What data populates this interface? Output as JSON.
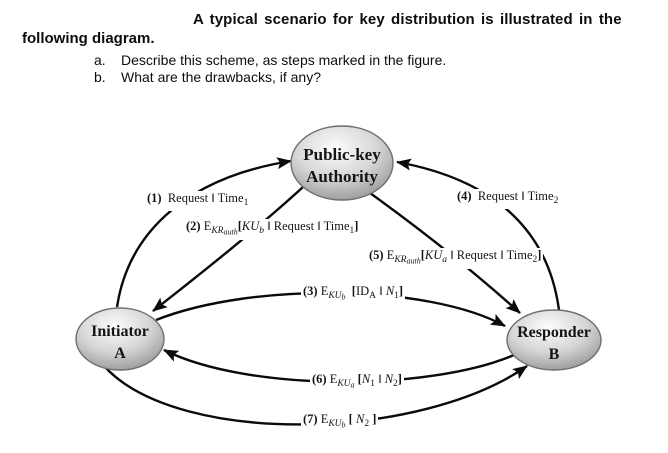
{
  "header": {
    "line1": "A typical scenario for key distribution is illustrated in the",
    "line2": "following diagram.",
    "items": [
      {
        "marker": "a.",
        "text": "Describe this scheme, as steps marked in the figure."
      },
      {
        "marker": "b.",
        "text": "What are the drawbacks, if any?"
      }
    ]
  },
  "diagram": {
    "nodes": [
      {
        "id": "public-key-authority",
        "line1": "Public-key",
        "line2": "Authority"
      },
      {
        "id": "initiator",
        "line1": "Initiator",
        "line2": "A"
      },
      {
        "id": "responder",
        "line1": "Responder",
        "line2": "B"
      }
    ],
    "messages": [
      {
        "step": 1,
        "segments": [
          {
            "t": "(1)",
            "s": "b"
          },
          {
            "t": "  Request ‖ Time",
            "s": "n"
          },
          {
            "t": "1",
            "s": "sub"
          }
        ]
      },
      {
        "step": 2,
        "segments": [
          {
            "t": "(2)",
            "s": "b"
          },
          {
            "t": " E",
            "s": "n"
          },
          {
            "t": "KR",
            "s": "subi"
          },
          {
            "t": "auth",
            "s": "ssubi"
          },
          {
            "t": "[",
            "s": "b"
          },
          {
            "t": "KU",
            "s": "i"
          },
          {
            "t": "b",
            "s": "subi"
          },
          {
            "t": " ‖ Request ‖ Time",
            "s": "n"
          },
          {
            "t": "1",
            "s": "sub"
          },
          {
            "t": "]",
            "s": "b"
          }
        ]
      },
      {
        "step": 3,
        "segments": [
          {
            "t": "(3)",
            "s": "b"
          },
          {
            "t": " E",
            "s": "n"
          },
          {
            "t": "KU",
            "s": "subi"
          },
          {
            "t": "b",
            "s": "ssubi"
          },
          {
            "t": "  ",
            "s": "n"
          },
          {
            "t": "[",
            "s": "b"
          },
          {
            "t": "ID",
            "s": "n"
          },
          {
            "t": "A",
            "s": "sub"
          },
          {
            "t": " ‖ ",
            "s": "n"
          },
          {
            "t": "N",
            "s": "i"
          },
          {
            "t": "1",
            "s": "sub"
          },
          {
            "t": "]",
            "s": "b"
          }
        ]
      },
      {
        "step": 4,
        "segments": [
          {
            "t": "(4)",
            "s": "b"
          },
          {
            "t": "  Request ‖ Time",
            "s": "n"
          },
          {
            "t": "2",
            "s": "sub"
          }
        ]
      },
      {
        "step": 5,
        "segments": [
          {
            "t": "(5)",
            "s": "b"
          },
          {
            "t": " E",
            "s": "n"
          },
          {
            "t": "KR",
            "s": "subi"
          },
          {
            "t": "auth",
            "s": "ssubi"
          },
          {
            "t": "[",
            "s": "b"
          },
          {
            "t": "KU",
            "s": "i"
          },
          {
            "t": "a",
            "s": "subi"
          },
          {
            "t": " ‖ Request ‖ Time",
            "s": "n"
          },
          {
            "t": "2",
            "s": "sub"
          },
          {
            "t": "]",
            "s": "b"
          }
        ]
      },
      {
        "step": 6,
        "segments": [
          {
            "t": "(6)",
            "s": "b"
          },
          {
            "t": " E",
            "s": "n"
          },
          {
            "t": "KU",
            "s": "subi"
          },
          {
            "t": "a",
            "s": "ssubi"
          },
          {
            "t": " ",
            "s": "n"
          },
          {
            "t": "[",
            "s": "b"
          },
          {
            "t": "N",
            "s": "i"
          },
          {
            "t": "1",
            "s": "sub"
          },
          {
            "t": " ‖ ",
            "s": "n"
          },
          {
            "t": "N",
            "s": "i"
          },
          {
            "t": "2",
            "s": "sub"
          },
          {
            "t": "]",
            "s": "b"
          }
        ]
      },
      {
        "step": 7,
        "segments": [
          {
            "t": "(7)",
            "s": "b"
          },
          {
            "t": " E",
            "s": "n"
          },
          {
            "t": "KU",
            "s": "subi"
          },
          {
            "t": "b",
            "s": "ssubi"
          },
          {
            "t": " ",
            "s": "n"
          },
          {
            "t": "[ ",
            "s": "b"
          },
          {
            "t": "N",
            "s": "i"
          },
          {
            "t": "2",
            "s": "sub"
          },
          {
            "t": " ]",
            "s": "b"
          }
        ]
      }
    ],
    "colors": {
      "arrow": "#0a0a0a",
      "node_center": "#fdfdfd",
      "node_mid": "#d6d6d6",
      "node_edge": "#8d8d8d",
      "node_rim": "#6f6f6f"
    }
  }
}
